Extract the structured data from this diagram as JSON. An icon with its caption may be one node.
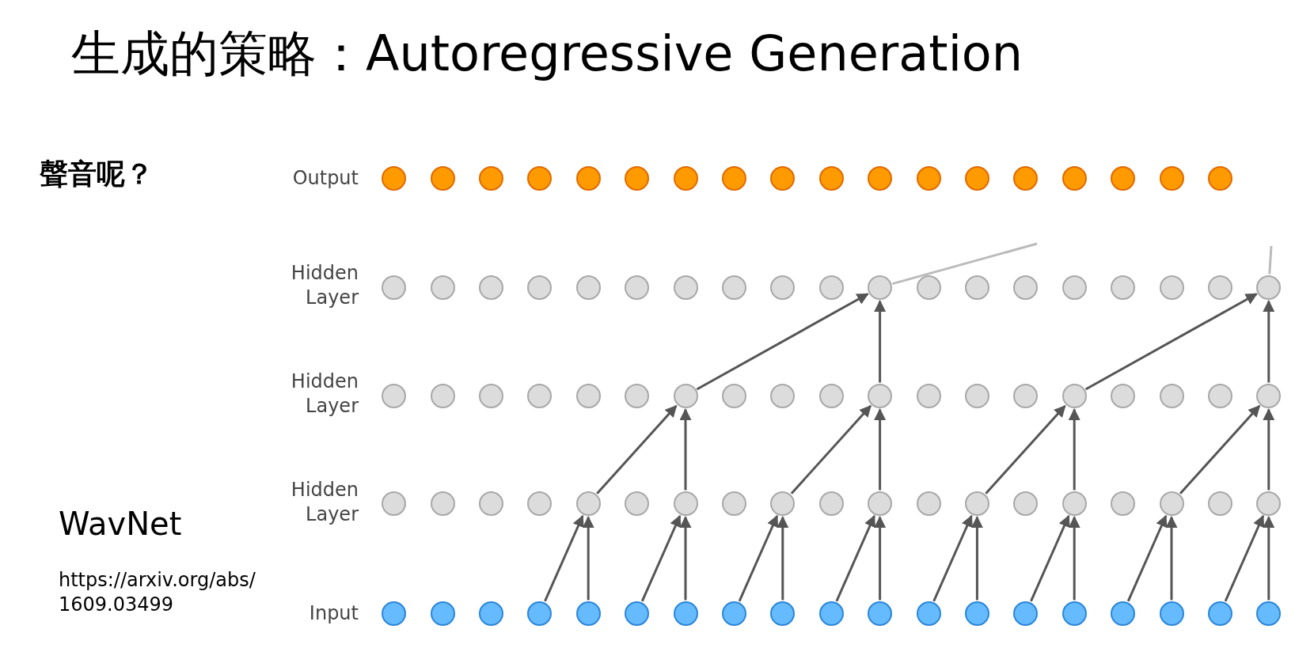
{
  "diagram": {
    "title": "生成的策略：Autoregressive Generation",
    "nodes": [
      {
        "text": [],
        "shape": "circle"
      },
      {
        "text": [],
        "shape": "circle"
      },
      {
        "text": [],
        "shape": "circle"
      },
      {
        "text": [],
        "shape": "circle"
      },
      {
        "text": [],
        "shape": "circle"
      },
      {
        "text": [],
        "shape": "circle"
      },
      {
        "text": [],
        "shape": "circle"
      },
      {
        "text": [],
        "shape": "circle"
      },
      {
        "text": [],
        "shape": "circle"
      },
      {
        "text": [],
        "shape": "circle"
      },
      {
        "text": [],
        "shape": "circle"
      },
      {
        "text": [],
        "shape": "circle"
      },
      {
        "text": [],
        "shape": "circle"
      },
      {
        "text": [],
        "shape": "circle"
      },
      {
        "text": [],
        "shape": "circle"
      },
      {
        "text": [],
        "shape": "circle"
      },
      {
        "text": [],
        "shape": "circle"
      },
      {
        "text": [],
        "shape": "circle"
      },
      {
        "text": [],
        "shape": "circle"
      },
      {
        "text": [],
        "shape": "circle"
      },
      {
        "text": [],
        "shape": "circle"
      },
      {
        "text": [],
        "shape": "circle"
      },
      {
        "text": [],
        "shape": "circle"
      },
      {
        "text": [],
        "shape": "circle"
      },
      {
        "text": [],
        "shape": "circle"
      },
      {
        "text": [],
        "shape": "circle"
      },
      {
        "text": [],
        "shape": "circle"
      },
      {
        "text": [],
        "shape": "circle"
      },
      {
        "text": [],
        "shape": "circle"
      },
      {
        "text": [],
        "shape": "circle"
      },
      {
        "text": [],
        "shape": "circle"
      },
      {
        "text": [],
        "shape": "circle"
      },
      {
        "text": [],
        "shape": "circle"
      },
      {
        "text": [],
        "shape": "circle"
      },
      {
        "text": [],
        "shape": "circle"
      },
      {
        "text": [],
        "shape": "circle"
      },
      {
        "text": [],
        "shape": "circle"
      },
      {
        "text": [],
        "shape": "circle"
      },
      {
        "text": [],
        "shape": "circle"
      },
      {
        "text": [],
        "shape": "circle"
      },
      {
        "text": [],
        "shape": "circle"
      },
      {
        "text": [],
        "shape": "circle"
      },
      {
        "text": [],
        "shape": "circle"
      },
      {
        "text": [],
        "shape": "circle"
      },
      {
        "text": [],
        "shape": "circle"
      },
      {
        "text": [],
        "shape": "circle"
      },
      {
        "text": [],
        "shape": "circle"
      },
      {
        "text": [],
        "shape": "circle"
      },
      {
        "text": [],
        "shape": "circle"
      },
      {
        "text": [],
        "shape": "circle"
      },
      {
        "text": [],
        "shape": "circle"
      },
      {
        "text": [],
        "shape": "circle"
      },
      {
        "text": [],
        "shape": "circle"
      },
      {
        "text": [],
        "shape": "circle"
      },
      {
        "text": [],
        "shape": "circle"
      },
      {
        "text": [],
        "shape": "circle"
      },
      {
        "text": [],
        "shape": "circle"
      },
      {
        "text": [],
        "shape": "circle"
      },
      {
        "text": [],
        "shape": "circle"
      },
      {
        "text": [],
        "shape": "circle"
      },
      {
        "text": [],
        "shape": "circle"
      },
      {
        "text": [],
        "shape": "circle"
      },
      {
        "text": [],
        "shape": "circle"
      },
      {
        "text": [],
        "shape": "circle"
      },
      {
        "text": [],
        "shape": "circle"
      },
      {
        "text": [],
        "shape": "circle"
      },
      {
        "text": [],
        "shape": "circle"
      },
      {
        "text": [],
        "shape": "circle"
      },
      {
        "text": [],
        "shape": "circle"
      },
      {
        "text": [],
        "shape": "circle"
      },
      {
        "text": [],
        "shape": "circle"
      },
      {
        "text": [],
        "shape": "circle"
      },
      {
        "text": [],
        "shape": "circle"
      },
      {
        "text": [],
        "shape": "circle"
      },
      {
        "text": [],
        "shape": "circle"
      },
      {
        "text": [],
        "shape": "circle"
      },
      {
        "text": [],
        "shape": "circle"
      },
      {
        "text": [],
        "shape": "circle"
      },
      {
        "text": [],
        "shape": "circle"
      },
      {
        "text": [],
        "shape": "circle"
      },
      {
        "text": [],
        "shape": "circle"
      },
      {
        "text": [],
        "shape": "circle"
      },
      {
        "text": [],
        "shape": "circle"
      },
      {
        "text": [],
        "shape": "circle"
      },
      {
        "text": [],
        "shape": "circle"
      },
      {
        "text": [],
        "shape": "circle"
      },
      {
        "text": [],
        "shape": "circle"
      },
      {
        "text": [],
        "shape": "circle"
      },
      {
        "text": [],
        "shape": "circle"
      },
      {
        "text": [],
        "shape": "circle"
      },
      {
        "text": [],
        "shape": "circle"
      },
      {
        "text": [],
        "shape": "circle"
      },
      {
        "text": [],
        "shape": "circle"
      },
      {
        "text": [],
        "shape": "circle"
      }
    ],
    "edges": [
      {
        "from": 78,
        "to": 60,
        "arrow": "to"
      },
      {
        "from": 79,
        "to": 60,
        "arrow": "to"
      },
      {
        "from": 80,
        "to": 62,
        "arrow": "to"
      },
      {
        "from": 81,
        "to": 62,
        "arrow": "to"
      },
      {
        "from": 82,
        "to": 64,
        "arrow": "to"
      },
      {
        "from": 83,
        "to": 64,
        "arrow": "to"
      },
      {
        "from": 84,
        "to": 66,
        "arrow": "to"
      },
      {
        "from": 85,
        "to": 66,
        "arrow": "to"
      },
      {
        "from": 86,
        "to": 68,
        "arrow": "to"
      },
      {
        "from": 87,
        "to": 68,
        "arrow": "to"
      },
      {
        "from": 88,
        "to": 70,
        "arrow": "to"
      },
      {
        "from": 89,
        "to": 70,
        "arrow": "to"
      },
      {
        "from": 90,
        "to": 72,
        "arrow": "to"
      },
      {
        "from": 91,
        "to": 72,
        "arrow": "to"
      },
      {
        "from": 92,
        "to": 74,
        "arrow": "to"
      },
      {
        "from": 93,
        "to": 74,
        "arrow": "to"
      },
      {
        "from": 60,
        "to": 43,
        "arrow": "to"
      },
      {
        "from": 62,
        "to": 43,
        "arrow": "to"
      },
      {
        "from": 64,
        "to": 47,
        "arrow": "to"
      },
      {
        "from": 66,
        "to": 47,
        "arrow": "to"
      },
      {
        "from": 68,
        "to": 51,
        "arrow": "to"
      },
      {
        "from": 70,
        "to": 51,
        "arrow": "to"
      },
      {
        "from": 72,
        "to": 55,
        "arrow": "to"
      },
      {
        "from": 74,
        "to": 55,
        "arrow": "to"
      },
      {
        "from": 43,
        "to": 28,
        "arrow": "to"
      },
      {
        "from": 47,
        "to": 28,
        "arrow": "to"
      },
      {
        "from": 51,
        "to": 36,
        "arrow": "to"
      },
      {
        "from": 55,
        "to": 36,
        "arrow": "to"
      },
      {
        "from": 28,
        "to": null,
        "arrow": "none",
        "color": "#bbbbbb"
      },
      {
        "from": 36,
        "to": null,
        "arrow": "none",
        "color": "#bbbbbb"
      }
    ],
    "labels": [
      "聲音呢？",
      "Output",
      "Hidden Layer",
      "Hidden Layer",
      "Hidden Layer",
      "WavNet",
      "Input",
      "https://arxiv.org/abs/1609.03499"
    ]
  }
}
